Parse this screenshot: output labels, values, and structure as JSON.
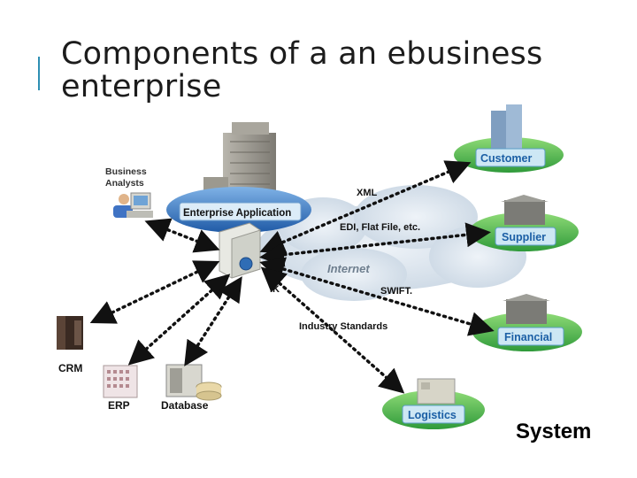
{
  "slide": {
    "title_line1": "Components of a an ebusiness",
    "title_line2": "enterprise",
    "corner_label": "System"
  },
  "diagram": {
    "center": "Enterprise Application",
    "business_analysts_line1": "Business",
    "business_analysts_line2": "Analysts",
    "internet": "Internet",
    "protocols": {
      "xml": "XML",
      "edi": "EDI, Flat File, etc.",
      "swift": "SWIFT.",
      "industry": "Industry Standards",
      "ik": "IK"
    },
    "partners": {
      "customer": "Customer",
      "supplier": "Supplier",
      "financial": "Financial",
      "logistics": "Logistics"
    },
    "internal": {
      "crm": "CRM",
      "erp": "ERP",
      "database": "Database"
    }
  },
  "colors": {
    "accent": "#2e8fb3",
    "partner_ellipse": "#49b84a",
    "label_box": "#cde7f4",
    "label_text": "#1b5fa5",
    "center_ellipse": "#2f72c2",
    "arrow": "#111111",
    "cloud": "#d6e2ec"
  }
}
